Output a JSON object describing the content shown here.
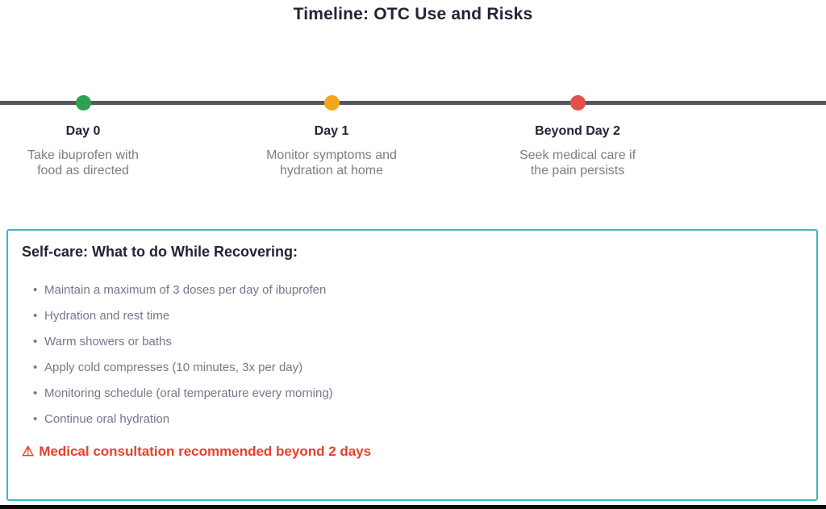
{
  "page": {
    "title": "Timeline: OTC Use and Risks"
  },
  "timeline": {
    "line_color": "#56555e",
    "milestones": [
      {
        "date": "Day 0",
        "dot_color": "#2fa153",
        "line1": "Take ibuprofen with",
        "line2": "food as directed"
      },
      {
        "date": "Day 1",
        "dot_color": "#f2a71b",
        "line1": "Monitor symptoms and",
        "line2": "hydration at home"
      },
      {
        "date": "Beyond Day 2",
        "dot_color": "#e0514a",
        "line1": "Seek medical care if",
        "line2": "the pain persists"
      }
    ]
  },
  "box": {
    "border_color": "#3db7c6",
    "title": "Self-care: What to do While Recovering:",
    "bullet_char": "•",
    "bullets": [
      "Maintain a maximum of 3 doses per day of ibuprofen",
      "Hydration and rest time",
      "Warm showers or baths",
      "Apply cold compresses (10 minutes, 3x per day)",
      "Monitoring schedule (oral temperature every morning)",
      "Continue oral hydration"
    ],
    "warning": {
      "icon": "⚠",
      "text": "Medical consultation recommended beyond 2 days",
      "color": "#e8402c"
    }
  }
}
